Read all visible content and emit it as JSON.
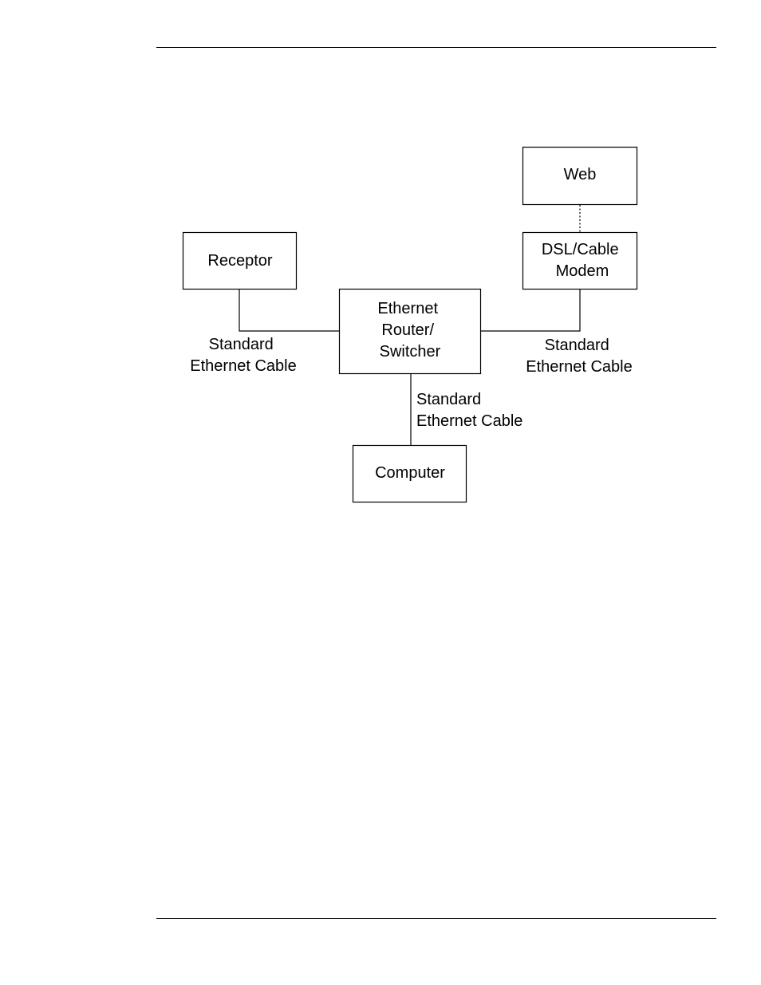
{
  "nodes": {
    "web": {
      "lines": [
        "Web"
      ]
    },
    "modem": {
      "lines": [
        "DSL/Cable",
        "Modem"
      ]
    },
    "receptor": {
      "lines": [
        "Receptor"
      ]
    },
    "router": {
      "lines": [
        "Ethernet",
        "Router/",
        "Switcher"
      ]
    },
    "computer": {
      "lines": [
        "Computer"
      ]
    }
  },
  "edges": {
    "receptor_router": {
      "lines": [
        "Standard",
        "Ethernet Cable"
      ]
    },
    "router_modem": {
      "lines": [
        "Standard",
        "Ethernet Cable"
      ]
    },
    "router_computer": {
      "lines": [
        "Standard",
        "Ethernet Cable"
      ]
    }
  }
}
